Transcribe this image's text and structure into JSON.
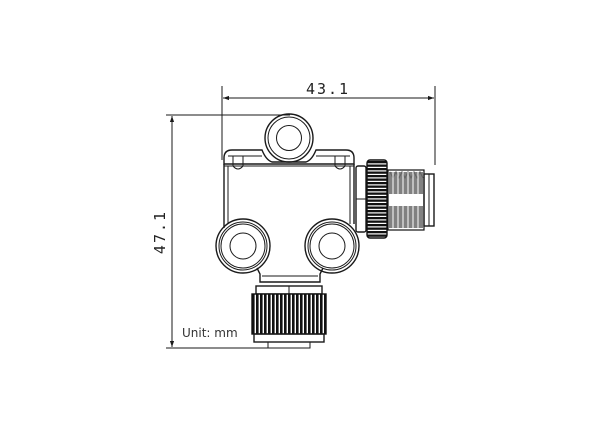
{
  "drawing": {
    "subject": "T-connector (tee) with threaded male port and knurled coupling nut",
    "view": "front elevation",
    "background": "#ffffff",
    "line_color": "#1a1a1a"
  },
  "dimensions": {
    "width": {
      "value": "43.1",
      "orientation": "horizontal",
      "position": "top"
    },
    "height": {
      "value": "47.1",
      "orientation": "vertical",
      "position": "left"
    }
  },
  "unit_label": "Unit: mm",
  "parts": {
    "top_port": "round boss with circular bore",
    "left_port": "round boss with circular bore",
    "right_port": "round boss with circular bore",
    "side_connector": "hex nut with male threaded M-connector",
    "bottom_connector": "knurled coupling nut"
  }
}
